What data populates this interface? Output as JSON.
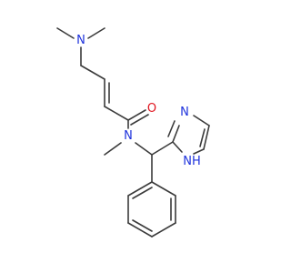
{
  "molecule": {
    "atoms": {
      "n_dimethylamino": "N",
      "o_carbonyl": "O",
      "n_amide": "N",
      "n_imidazole_ring": "N",
      "nh_imidazole": "NH"
    }
  },
  "colors": {
    "bond": "#3b3b3b",
    "nitrogen": "#1e32dc",
    "oxygen": "#e0141e"
  }
}
